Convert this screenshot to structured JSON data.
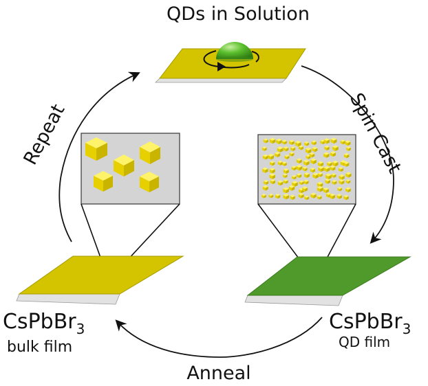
{
  "labels": {
    "top": "QDs in Solution",
    "spin_cast": "Spin Cast",
    "anneal": "Anneal",
    "repeat": "Repeat",
    "right_formula": "CsPbBr",
    "right_formula_sub": "3",
    "right_caption": "QD film",
    "left_formula": "CsPbBr",
    "left_formula_sub": "3",
    "left_caption": "bulk film"
  },
  "colors": {
    "yellow_film": "#d4c400",
    "yellow_film_edge": "#a59a00",
    "green_film": "#4f9a2a",
    "green_film_edge": "#3a7a1c",
    "substrate": "#d8d8d8",
    "inset_bg": "#d4d4d4",
    "crystal": "#f2e000",
    "droplet": "#56b52c"
  }
}
